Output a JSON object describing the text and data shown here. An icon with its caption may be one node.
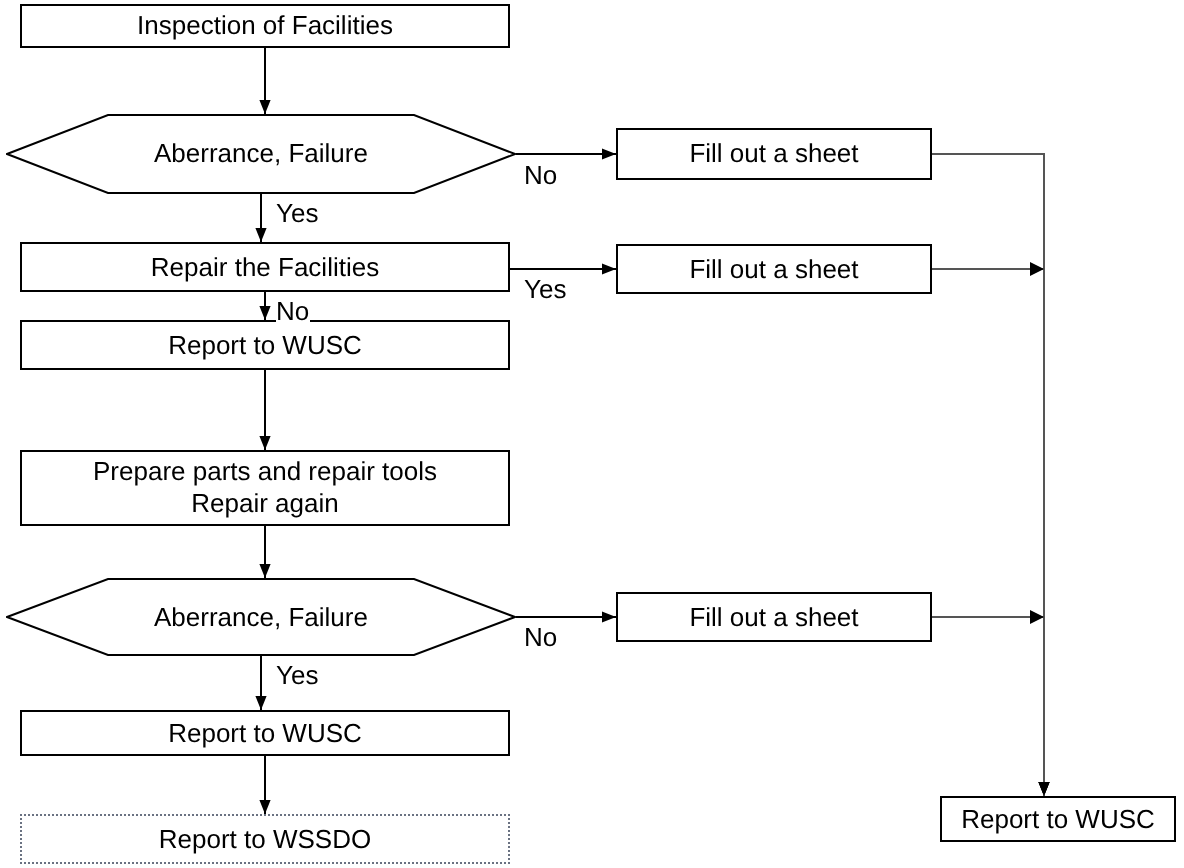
{
  "diagram": {
    "nodes": [
      {
        "text": [
          "Inspection of Facilities"
        ]
      },
      {
        "text": [
          "Aberrance, Failure"
        ]
      },
      {
        "text": [
          "Fill out a sheet"
        ]
      },
      {
        "text": [
          "Repair the Facilities"
        ]
      },
      {
        "text": [
          "Fill out a sheet"
        ]
      },
      {
        "text": [
          "Report to WUSC"
        ]
      },
      {
        "text": [
          "Prepare parts and repair tools",
          "Repair again"
        ]
      },
      {
        "text": [
          "Aberrance, Failure"
        ]
      },
      {
        "text": [
          "Fill out a sheet"
        ]
      },
      {
        "text": [
          "Report to WUSC"
        ]
      },
      {
        "text": [
          "Report to WSSDO"
        ]
      },
      {
        "text": [
          "Report to WUSC"
        ]
      }
    ],
    "edges": [
      {
        "from": 0,
        "to": 1,
        "arrow": "to"
      },
      {
        "from": 1,
        "to": 2,
        "arrow": "to",
        "label": "No"
      },
      {
        "from": 1,
        "to": 3,
        "arrow": "to",
        "label": "Yes"
      },
      {
        "from": 3,
        "to": 4,
        "arrow": "to",
        "label": "Yes"
      },
      {
        "from": 3,
        "to": 5,
        "arrow": "to",
        "label": "No"
      },
      {
        "from": 5,
        "to": 6,
        "arrow": "to"
      },
      {
        "from": 6,
        "to": 7,
        "arrow": "to"
      },
      {
        "from": 7,
        "to": 8,
        "arrow": "to",
        "label": "No"
      },
      {
        "from": 7,
        "to": 9,
        "arrow": "to",
        "label": "Yes"
      },
      {
        "from": 9,
        "to": 10,
        "arrow": "to"
      },
      {
        "from": 2,
        "to": 11,
        "arrow": "to"
      },
      {
        "from": 4,
        "to": 11,
        "arrow": "to"
      },
      {
        "from": 8,
        "to": 11,
        "arrow": "to"
      }
    ]
  }
}
